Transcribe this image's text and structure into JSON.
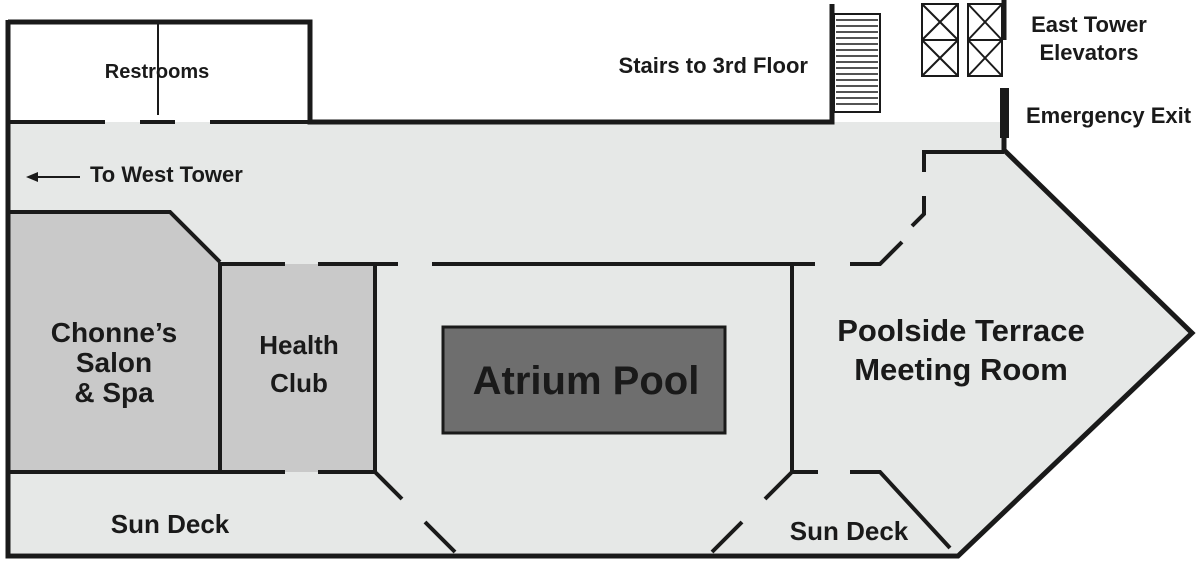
{
  "colors": {
    "floor": "#e6e8e7",
    "room_gray": "#c9c9c9",
    "pool": "#6e6e6e",
    "wall": "#1a1a1a",
    "white": "#ffffff"
  },
  "labels": {
    "restrooms": "Restrooms",
    "stairs": "Stairs to 3rd Floor",
    "east_tower_line1": "East Tower",
    "east_tower_line2": "Elevators",
    "emergency_exit": "Emergency Exit",
    "west_tower": "To West Tower",
    "salon_line1": "Chonne’s",
    "salon_line2": "Salon",
    "salon_line3": "& Spa",
    "health_line1": "Health",
    "health_line2": "Club",
    "pool": "Atrium Pool",
    "terrace_line1": "Poolside Terrace",
    "terrace_line2": "Meeting Room",
    "sun_deck_left": "Sun Deck",
    "sun_deck_right": "Sun Deck"
  },
  "icons": {
    "arrow": "left-arrow-icon",
    "elevator": "elevator-icon",
    "stairs": "stairs-icon"
  }
}
